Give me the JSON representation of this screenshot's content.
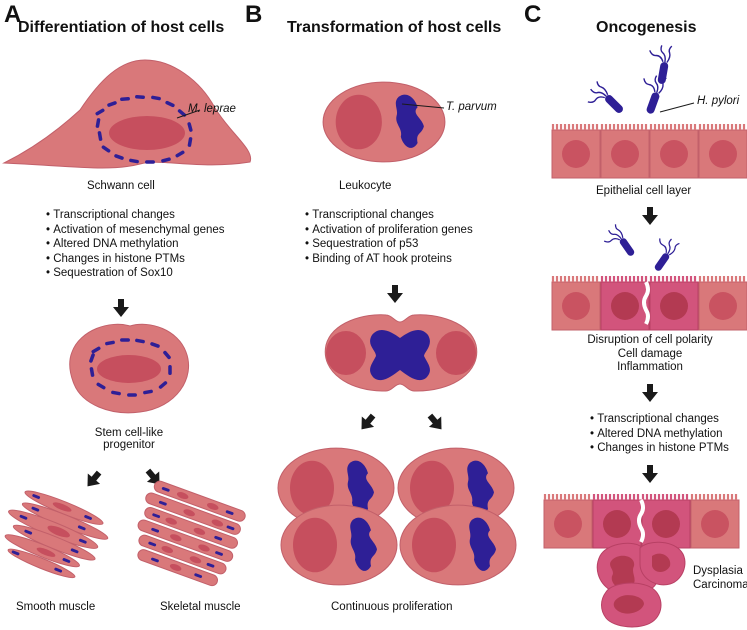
{
  "panels": [
    {
      "letter": "A",
      "title": "Differentiation of host cells",
      "pathogen": "M. leprae",
      "cell_label": "Schwann cell",
      "bullets": [
        "Transcriptional changes",
        "Activation of mesenchymal genes",
        "Altered DNA methylation",
        "Changes in histone PTMs",
        "Sequestration of Sox10"
      ],
      "progenitor_label": [
        "Stem cell-like",
        "progenitor"
      ],
      "outcomes": [
        "Smooth muscle",
        "Skeletal muscle"
      ]
    },
    {
      "letter": "B",
      "title": "Transformation of host cells",
      "pathogen": "T. parvum",
      "cell_label": "Leukocyte",
      "bullets": [
        "Transcriptional changes",
        "Activation of proliferation genes",
        "Sequestration of p53",
        "Binding of AT hook proteins"
      ],
      "outcome_label": "Continuous proliferation"
    },
    {
      "letter": "C",
      "title": "Oncogenesis",
      "pathogen": "H. pylori",
      "cell_label": "Epithelial cell layer",
      "damage_labels": [
        "Disruption of cell polarity",
        "Cell damage",
        "Inflammation"
      ],
      "bullets": [
        "Transcriptional changes",
        "Altered DNA methylation",
        "Changes in histone PTMs"
      ],
      "outcome_labels": [
        "Dysplasia",
        "Carcinoma"
      ]
    }
  ],
  "colors": {
    "cell_fill": "#d9787a",
    "nucleus_fill": "#c64f5e",
    "bacteria": "#2e1f96",
    "transformed_cell": "#d2547c",
    "arrow": "#1a1a1a"
  }
}
